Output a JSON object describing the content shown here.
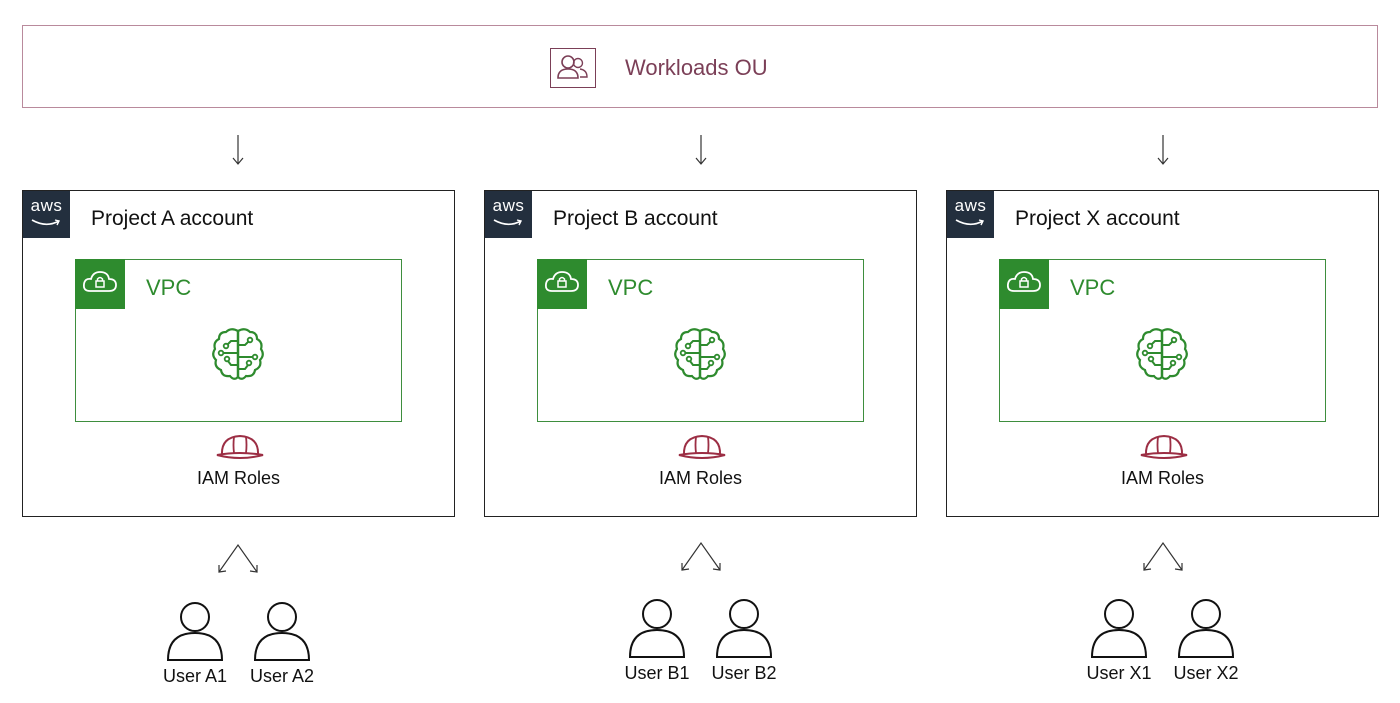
{
  "ou": {
    "title": "Workloads OU",
    "icon": "users-group-icon",
    "color": "#7b3f57"
  },
  "accounts": [
    {
      "title": "Project A account",
      "badge": "aws",
      "vpc_label": "VPC",
      "iam_label": "IAM Roles",
      "users": [
        "User A1",
        "User A2"
      ]
    },
    {
      "title": "Project B account",
      "badge": "aws",
      "vpc_label": "VPC",
      "iam_label": "IAM Roles",
      "users": [
        "User B1",
        "User B2"
      ]
    },
    {
      "title": "Project X account",
      "badge": "aws",
      "vpc_label": "VPC",
      "iam_label": "IAM Roles",
      "users": [
        "User X1",
        "User X2"
      ]
    }
  ],
  "colors": {
    "vpc_green": "#2e8b2e",
    "aws_dark": "#232f3e",
    "iam_red": "#9c2e44"
  }
}
